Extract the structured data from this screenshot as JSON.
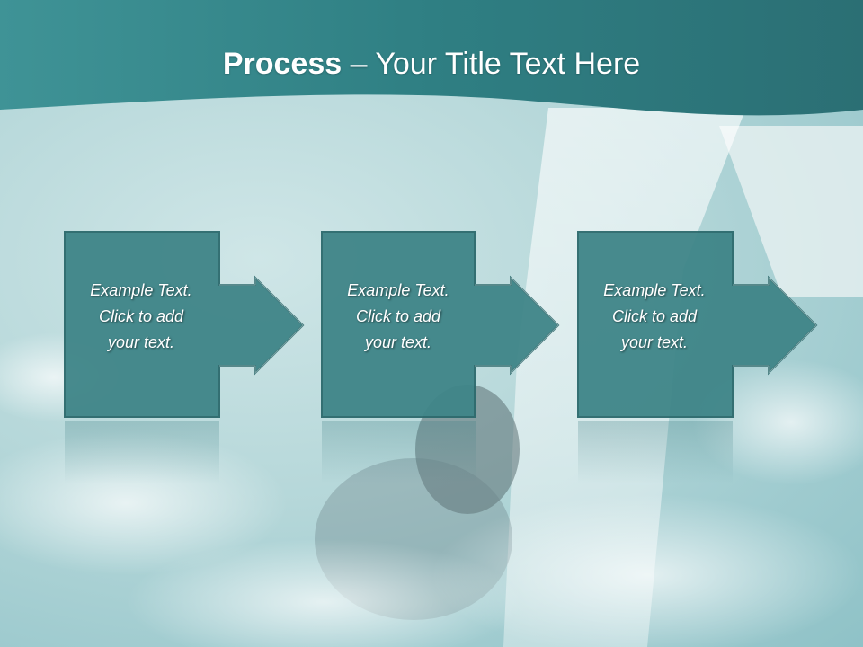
{
  "slide": {
    "title_bold": "Process",
    "title_rest": " – Your Title Text Here",
    "steps": [
      {
        "line1": "Example Text.",
        "line2": "Click  to add",
        "line3": "your text."
      },
      {
        "line1": "Example Text.",
        "line2": "Click  to add",
        "line3": "your text."
      },
      {
        "line1": "Example Text.",
        "line2": "Click  to add",
        "line3": "your text."
      }
    ]
  },
  "colors": {
    "header": "#3b8c90",
    "box_fill": "#3f8588",
    "box_border": "#2c6a6d",
    "text": "#ffffff"
  },
  "icons": {
    "arrow": "right-arrow-icon"
  }
}
